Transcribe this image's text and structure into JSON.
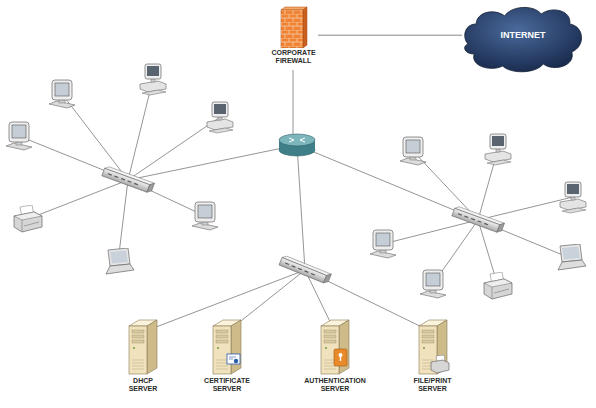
{
  "diagram": {
    "nodes": [
      {
        "text": [
          "CORPORATE FIREWALL"
        ]
      },
      {
        "text": [
          "INTERNET"
        ]
      },
      {
        "text": [
          "DHCP SERVER"
        ]
      },
      {
        "text": [
          "CERTIFICATE SERVER"
        ]
      },
      {
        "text": [
          "AUTHENTICATION SERVER"
        ]
      },
      {
        "text": [
          "FILE/PRINT SERVER"
        ]
      }
    ],
    "edges": [
      {
        "from": 0,
        "to": 1,
        "arrow": "none"
      }
    ]
  }
}
